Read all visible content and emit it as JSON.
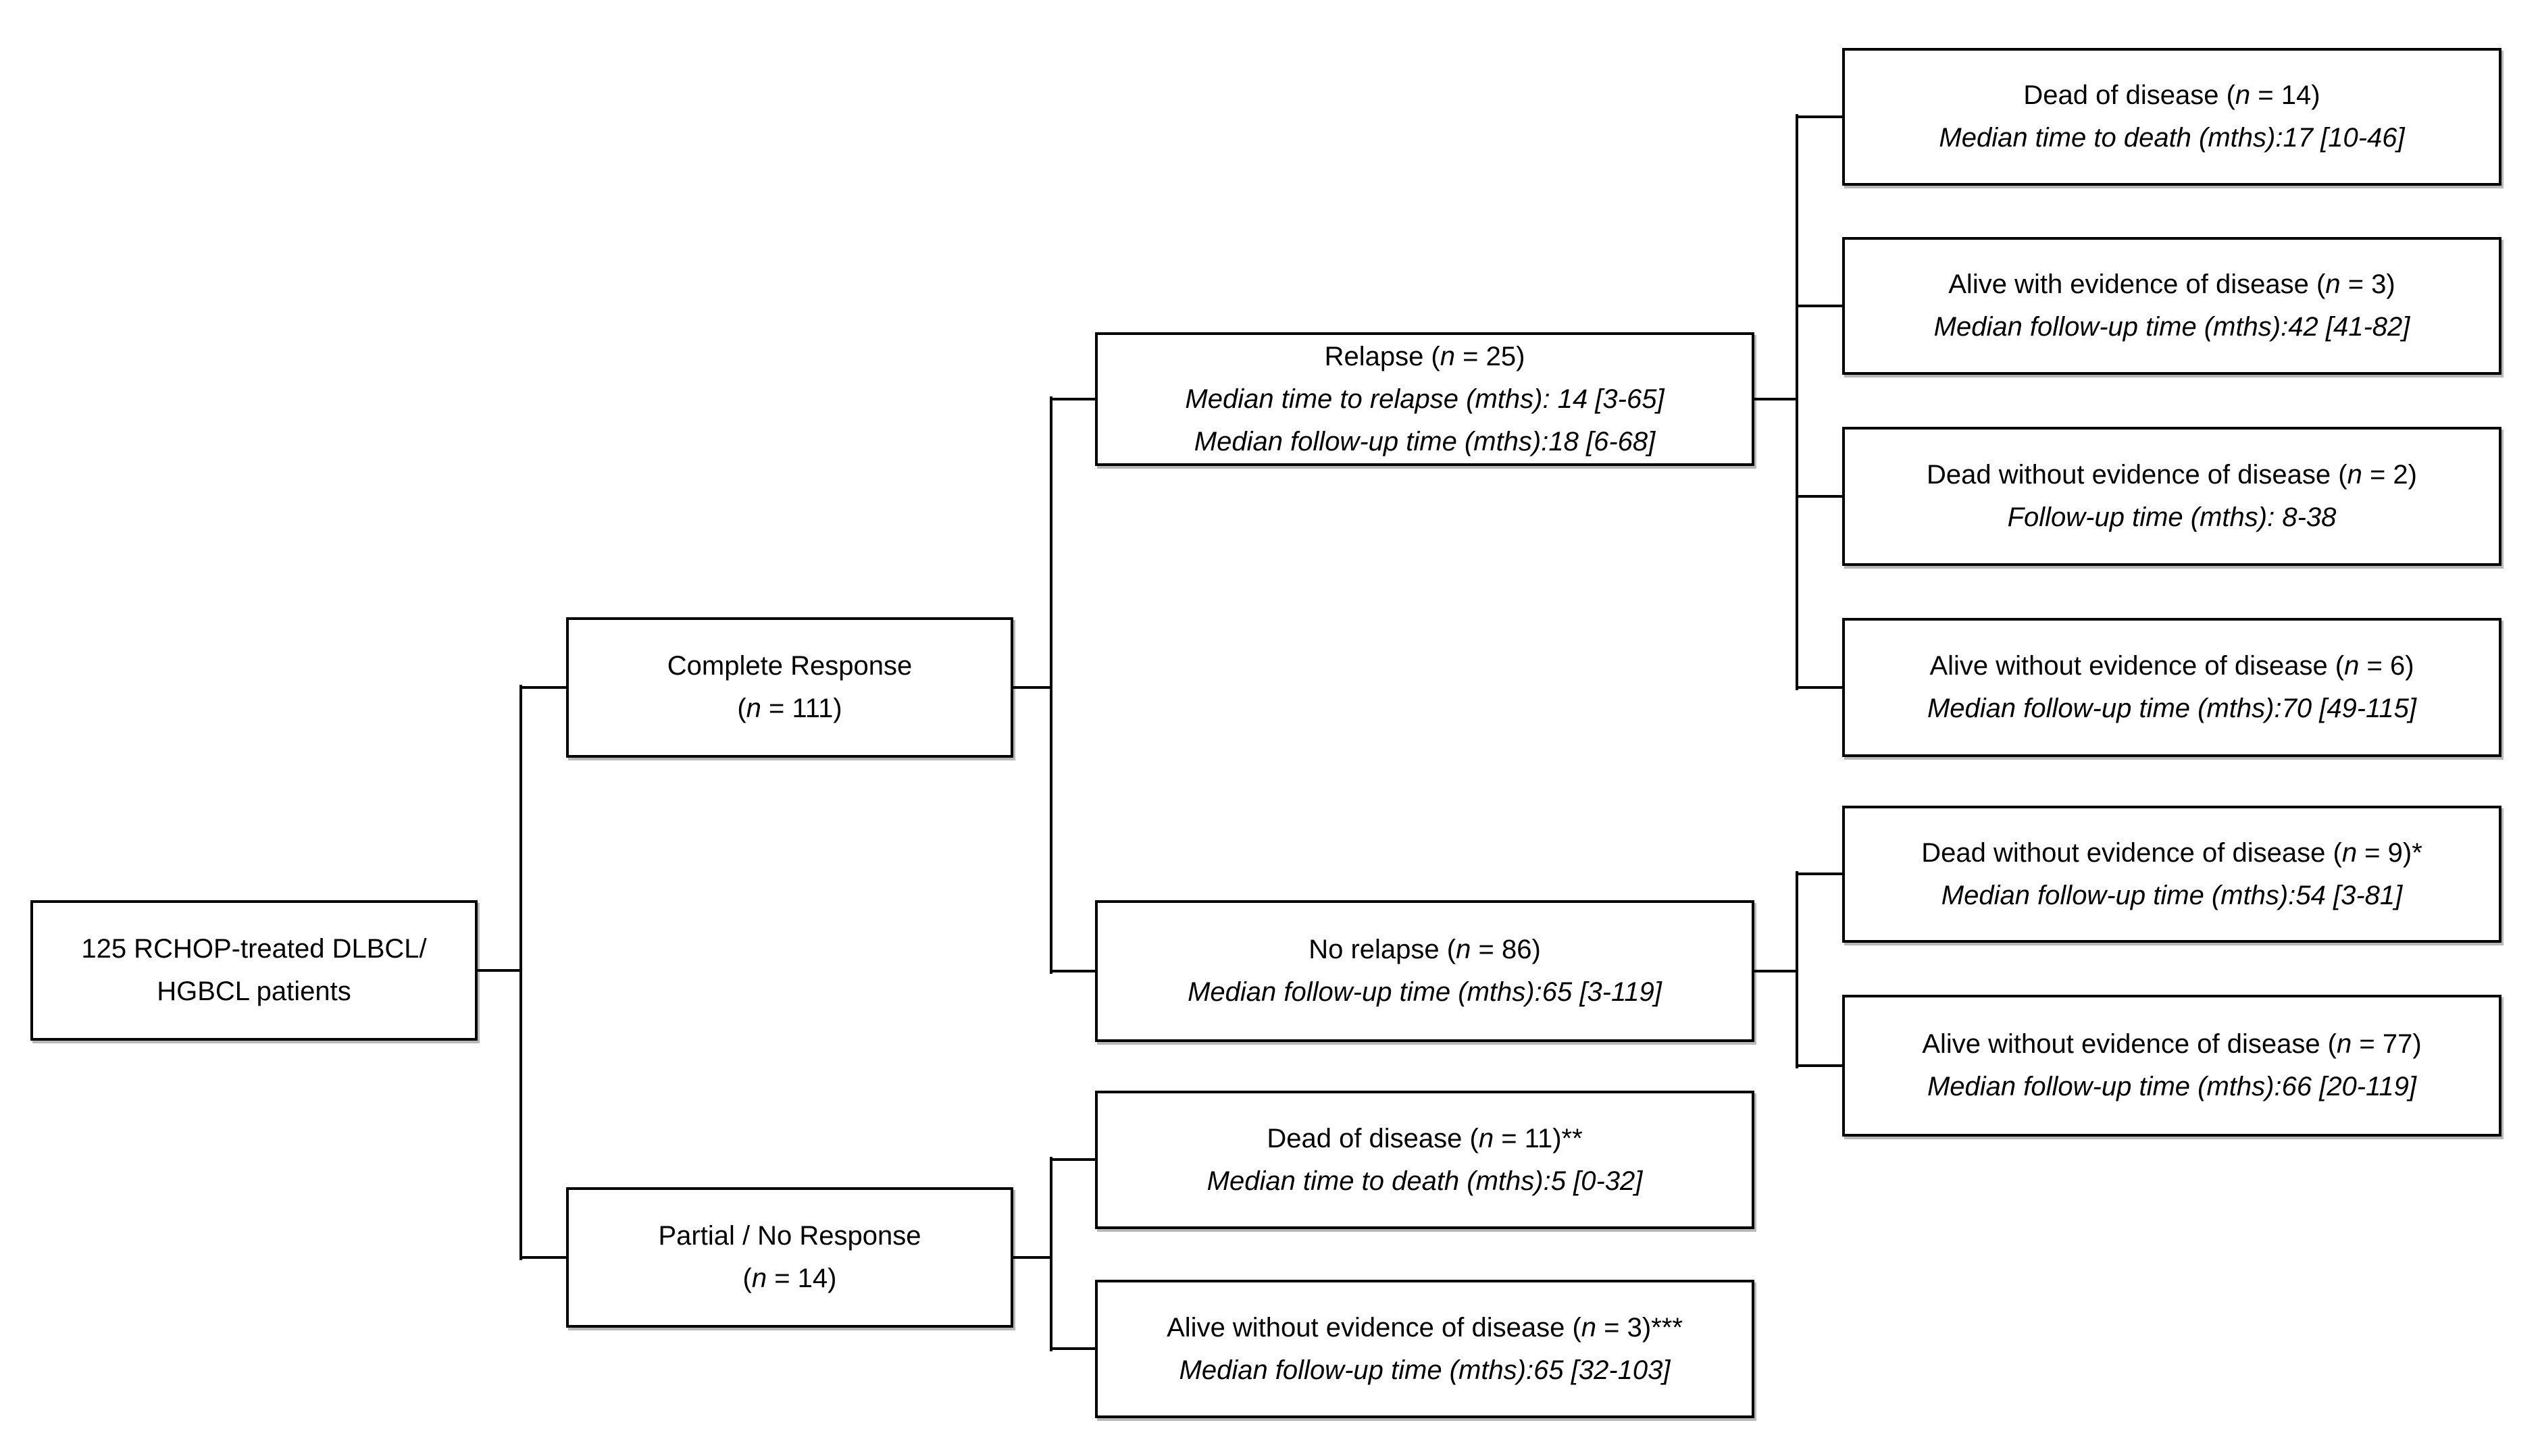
{
  "colors": {
    "box_border": "#000000",
    "background": "#ffffff",
    "text": "#000000"
  },
  "nodes": {
    "root": {
      "lines": [
        {
          "pre": "125 RCHOP-treated DLBCL/"
        },
        {
          "pre": "HGBCL patients"
        }
      ]
    },
    "complete_response": {
      "lines": [
        {
          "pre": "Complete Response"
        },
        {
          "pre": "(",
          "n": "n",
          "post": " = 111)"
        }
      ]
    },
    "partial_no_response": {
      "lines": [
        {
          "pre": "Partial / No Response"
        },
        {
          "pre": "(",
          "n": "n",
          "post": " = 14)"
        }
      ]
    },
    "relapse": {
      "lines": [
        {
          "pre": "Relapse (",
          "n": "n",
          "post": " = 25)"
        },
        {
          "pre": "Median time to relapse (mths): 14 [3-65]"
        },
        {
          "pre": "Median follow-up time (mths):18 [6-68]"
        }
      ]
    },
    "no_relapse": {
      "lines": [
        {
          "pre": "No relapse (",
          "n": "n",
          "post": " = 86)"
        },
        {
          "pre": "Median follow-up time (mths):65 [3-119]"
        }
      ]
    },
    "dead_of_disease_14": {
      "lines": [
        {
          "pre": "Dead of disease (",
          "n": "n",
          "post": " = 14)"
        },
        {
          "pre": "Median time to death (mths):17 [10-46]"
        }
      ]
    },
    "alive_with_evidence_3": {
      "lines": [
        {
          "pre": "Alive with evidence of disease (",
          "n": "n",
          "post": " = 3)"
        },
        {
          "pre": "Median follow-up time (mths):42 [41-82]"
        }
      ]
    },
    "dead_without_evidence_2": {
      "lines": [
        {
          "pre": "Dead without evidence of disease (",
          "n": "n",
          "post": " = 2)"
        },
        {
          "pre": "Follow-up time (mths): 8-38"
        }
      ]
    },
    "alive_without_evidence_6": {
      "lines": [
        {
          "pre": "Alive without evidence of disease (",
          "n": "n",
          "post": " = 6)"
        },
        {
          "pre": "Median follow-up time (mths):70 [49-115]"
        }
      ]
    },
    "dead_without_evidence_9": {
      "lines": [
        {
          "pre": "Dead without evidence of disease (",
          "n": "n",
          "post": " = 9)*"
        },
        {
          "pre": "Median follow-up time (mths):54 [3-81]"
        }
      ]
    },
    "alive_without_evidence_77": {
      "lines": [
        {
          "pre": "Alive without evidence of disease (",
          "n": "n",
          "post": " = 77)"
        },
        {
          "pre": "Median follow-up time (mths):66 [20-119]"
        }
      ]
    },
    "dead_of_disease_11": {
      "lines": [
        {
          "pre": "Dead of disease (",
          "n": "n",
          "post": " = 11)**"
        },
        {
          "pre": "Median time to death (mths):5 [0-32]"
        }
      ]
    },
    "alive_without_evidence_3b": {
      "lines": [
        {
          "pre": "Alive without evidence of disease (",
          "n": "n",
          "post": " = 3)***"
        },
        {
          "pre": "Median follow-up time (mths):65 [32-103]"
        }
      ]
    }
  },
  "edges": [
    {
      "from": "root",
      "to": "complete_response"
    },
    {
      "from": "root",
      "to": "partial_no_response"
    },
    {
      "from": "complete_response",
      "to": "relapse"
    },
    {
      "from": "complete_response",
      "to": "no_relapse"
    },
    {
      "from": "relapse",
      "to": "dead_of_disease_14"
    },
    {
      "from": "relapse",
      "to": "alive_with_evidence_3"
    },
    {
      "from": "relapse",
      "to": "dead_without_evidence_2"
    },
    {
      "from": "relapse",
      "to": "alive_without_evidence_6"
    },
    {
      "from": "no_relapse",
      "to": "dead_without_evidence_9"
    },
    {
      "from": "no_relapse",
      "to": "alive_without_evidence_77"
    },
    {
      "from": "partial_no_response",
      "to": "dead_of_disease_11"
    },
    {
      "from": "partial_no_response",
      "to": "alive_without_evidence_3b"
    }
  ]
}
